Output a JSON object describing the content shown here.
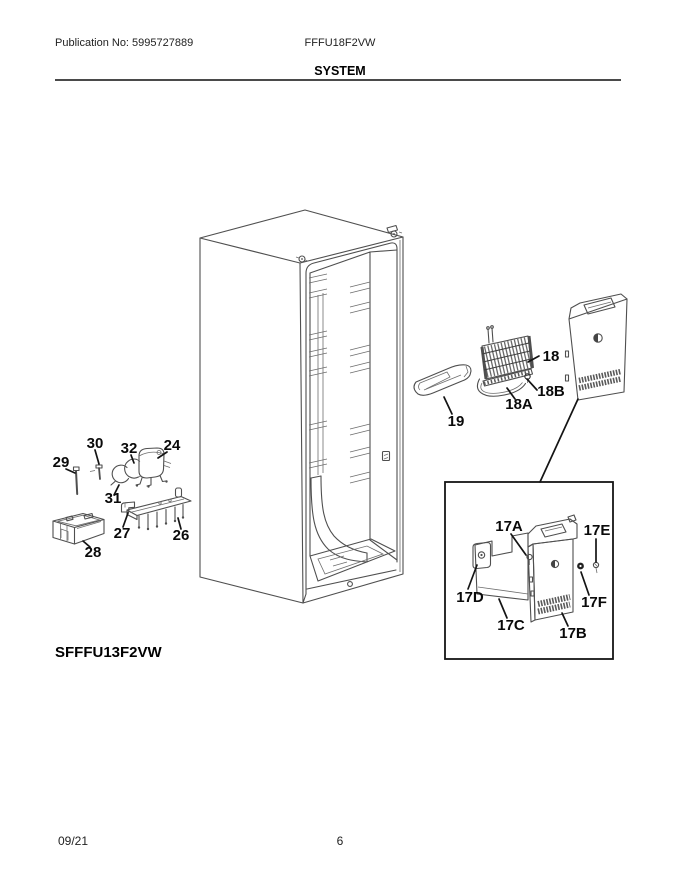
{
  "page": {
    "header": {
      "publication": "Publication No: 5995727889",
      "model": "FFFU18F2VW",
      "title": "SYSTEM"
    },
    "submodel": "SFFFU13F2VW",
    "footer": {
      "date": "09/21",
      "page_number": "6"
    }
  },
  "diagram": {
    "callouts": {
      "17A": "17A",
      "17B": "17B",
      "17C": "17C",
      "17D": "17D",
      "17E": "17E",
      "17F": "17F",
      "18": "18",
      "18A": "18A",
      "18B": "18B",
      "19": "19",
      "24": "24",
      "26": "26",
      "27": "27",
      "28": "28",
      "29": "29",
      "30": "30",
      "31": "31",
      "32": "32"
    },
    "colors": {
      "line": "#4f4f4f",
      "callout": "#0a0a0a",
      "rule": "#4a4a4a"
    }
  }
}
